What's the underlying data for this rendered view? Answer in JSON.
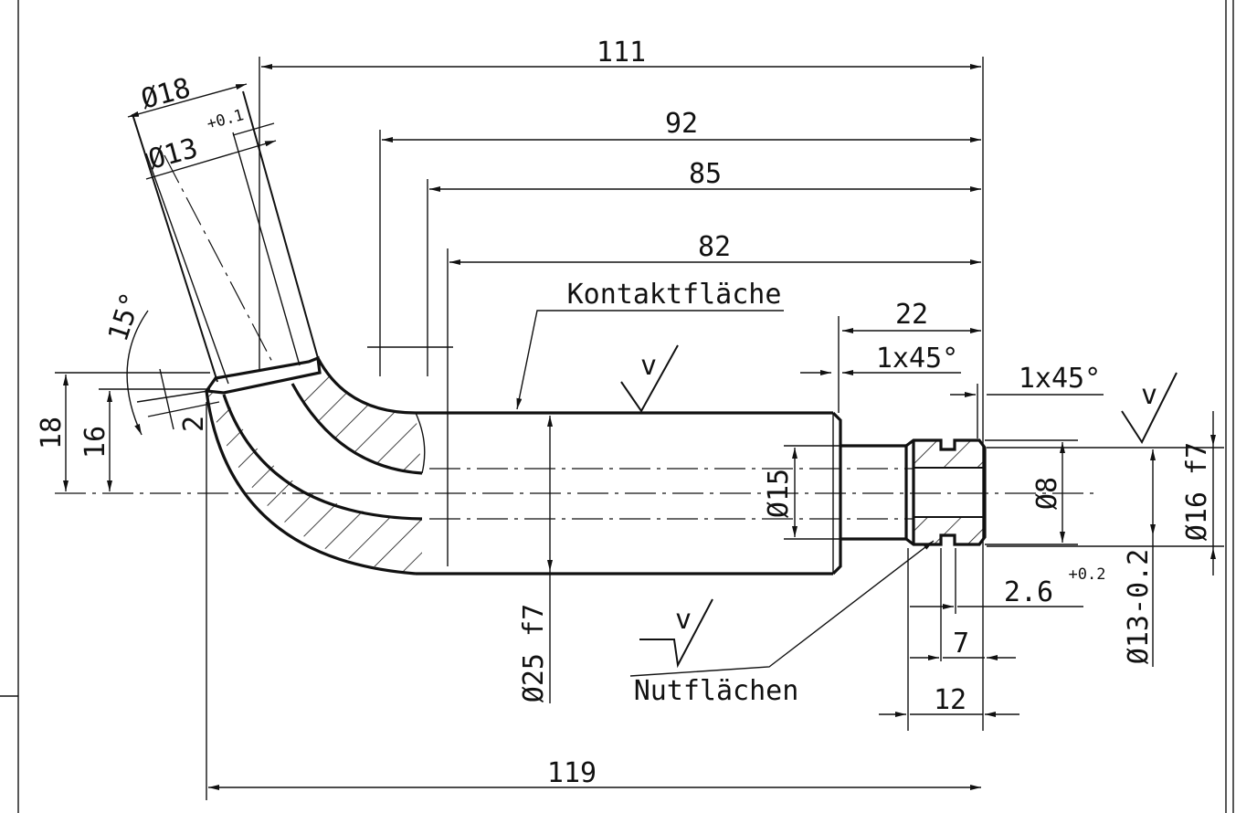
{
  "dimensions": {
    "d111": "111",
    "d92": "92",
    "d85": "85",
    "d82": "82",
    "d22": "22",
    "d119": "119",
    "d18": "18",
    "d16": "16",
    "d2": "2",
    "d7": "7",
    "d12": "12",
    "dia18": "Ø18",
    "dia13": "Ø13",
    "dia13_tol": "+0.1",
    "dia15": "Ø15",
    "dia8": "Ø8",
    "dia25": "Ø25 f7",
    "dia16": "Ø16 f7",
    "dia13b": "Ø13-0.2",
    "angle15": "15°",
    "chamfer_a": "1x45°",
    "chamfer_b": "1x45°",
    "groove": "2.6",
    "groove_tol": "+0.2"
  },
  "notes": {
    "kontakt": "Kontaktfläche",
    "nut": "Nutflächen"
  },
  "surface_symbols": {
    "mark1": "v",
    "mark2": "v",
    "mark3": "v"
  },
  "colors": {
    "ink": "#111111",
    "paper": "#ffffff"
  }
}
